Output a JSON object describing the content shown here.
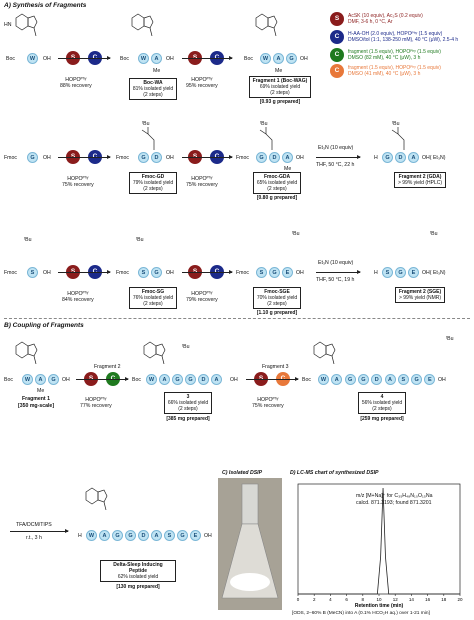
{
  "section_a": {
    "title": "A) Synthesis of Fragments"
  },
  "section_b": {
    "title": "B) Coupling of Fragments"
  },
  "legend": [
    {
      "letter": "S",
      "color": "#8a1c1c",
      "line1": "AcSK (10 equiv), Ac₂S (0.2 equiv)",
      "line2": "DMF, 3-6 h, 0 °C, Ar"
    },
    {
      "letter": "C",
      "color": "#1c2a8a",
      "line1": "H-AA-OH (2.0 equiv), HOPOᴾʰʸ (1.5 equiv)",
      "line2": "DMSO/tol (1:1, 138-250 mM), 40 °C (μW), 2.5-4 h"
    },
    {
      "letter": "C",
      "color": "#1f7a1f",
      "line1": "fragment (1.5 equiv), HOPOᴾʰʸ (1.5 equiv)",
      "line2": "DMSO (82 mM), 40 °C (μW), 3 h"
    },
    {
      "letter": "C",
      "color": "#e8783a",
      "line1": "fragment (1.5 equiv), HOPOᴾʰʸ (1.5 equiv)",
      "line2": "DMSO (41 mM), 40 °C (μW), 3 h"
    }
  ],
  "row1": {
    "start": {
      "prefix": "Boc",
      "beads": [
        "W"
      ],
      "suffix": "OH"
    },
    "recovery1": "HOPOᴾʰʸ\n88% recovery",
    "int": {
      "prefix": "Boc",
      "beads": [
        "W",
        "A"
      ],
      "suffix": "OH",
      "sub": "Me",
      "name": "Boc-WA",
      "yield": "81% isolated yield",
      "steps": "(2 steps)"
    },
    "recovery2": "HOPOᴾʰʸ\n95% recovery",
    "final": {
      "prefix": "Boc",
      "beads": [
        "W",
        "A",
        "G"
      ],
      "suffix": "OH",
      "sub": "Me",
      "name": "Fragment 1 (Boc-WAG)",
      "yield": "69% isolated yield",
      "steps": "(2 steps)",
      "prepared": "[0.93 g prepared]"
    }
  },
  "row2": {
    "start": {
      "prefix": "Fmoc",
      "beads": [
        "G"
      ],
      "suffix": "OH"
    },
    "recovery1": "HOPOᴾʰʸ\n75% recovery",
    "int": {
      "prefix": "Fmoc",
      "beads": [
        "G",
        "D"
      ],
      "suffix": "OH",
      "top": "ᵗBu",
      "name": "Fmoc-GD",
      "yield": "79% isolated yield",
      "steps": "(2 steps)"
    },
    "recovery2": "HOPOᴾʰʸ\n75% recovery",
    "final": {
      "prefix": "Fmoc",
      "beads": [
        "G",
        "D",
        "A"
      ],
      "suffix": "OH",
      "top": "ᵗBu",
      "sub": "Me",
      "name": "Fmoc-GDA",
      "yield": "65% isolated yield",
      "steps": "(2 steps)",
      "prepared": "[0.80 g prepared]"
    },
    "deprotect": {
      "line1": "Et₃N (10 equiv)",
      "line2": "THF, 50 °C, 22 h"
    },
    "fragment": {
      "prefix": "H",
      "beads": [
        "G",
        "D",
        "A"
      ],
      "suffix": "OH( Et₃N)",
      "name": "Fragment 2 (GDA)",
      "yield": "> 99% yield (HPLC)"
    }
  },
  "row3": {
    "start": {
      "prefix": "Fmoc",
      "beads": [
        "S"
      ],
      "suffix": "OH",
      "top": "ᵗBu"
    },
    "recovery1": "HOPOᴾʰʸ\n84% recovery",
    "int": {
      "prefix": "Fmoc",
      "beads": [
        "S",
        "G"
      ],
      "suffix": "OH",
      "top": "ᵗBu",
      "name": "Fmoc-SG",
      "yield": "76% isolated yield",
      "steps": "(2 steps)"
    },
    "recovery2": "HOPOᴾʰʸ\n79% recovery",
    "final": {
      "prefix": "Fmoc",
      "beads": [
        "S",
        "G",
        "E"
      ],
      "suffix": "OH",
      "top": "ᵗBu",
      "name": "Fmoc-SGE",
      "yield": "70% isolated yield",
      "steps": "(2 steps)",
      "prepared": "[1.10 g prepared]"
    },
    "deprotect": {
      "line1": "Et₃N (10 equiv)",
      "line2": "THF, 50 °C, 19 h"
    },
    "fragment": {
      "prefix": "H",
      "beads": [
        "S",
        "G",
        "E"
      ],
      "suffix": "OH( Et₃N)",
      "name": "Fragment 2 (SGE)",
      "yield": "> 99% yield (NMR)"
    }
  },
  "coupling": {
    "frag1": {
      "prefix": "Boc",
      "beads": [
        "W",
        "A",
        "G"
      ],
      "suffix": "OH",
      "sub": "Me",
      "name": "Fragment 1",
      "note": "[350 mg-scale]"
    },
    "step1_label": "Fragment 2",
    "recovery1": "HOPOᴾʰʸ\n77% recovery",
    "c3": {
      "prefix": "Boc",
      "beads": [
        "W",
        "A",
        "G",
        "G",
        "D",
        "A"
      ],
      "suffix": "OH",
      "number": "3",
      "yield": "66% isolated yield",
      "steps": "(2 steps)",
      "prepared": "[385 mg prepared]"
    },
    "step2_label": "Fragment 3",
    "recovery2": "HOPOᴾʰʸ\n75% recovery",
    "c4": {
      "prefix": "Boc",
      "beads": [
        "W",
        "A",
        "G",
        "G",
        "D",
        "A",
        "S",
        "G",
        "E"
      ],
      "suffix": "OH",
      "number": "4",
      "yield": "56% isolated yield",
      "steps": "(2 steps)",
      "prepared": "[259 mg prepared]"
    }
  },
  "final": {
    "reagent": "TFA/DCM/TIPS",
    "cond": "r.t., 3 h",
    "prefix": "H",
    "beads": [
      "W",
      "A",
      "G",
      "G",
      "D",
      "A",
      "S",
      "G",
      "E"
    ],
    "suffix": "OH",
    "name": "Delta-Sleep Inducing Peptide",
    "yield": "62% isolated yield",
    "prepared": "[130 mg prepared]"
  },
  "panel_c": {
    "title": "C) Isolated DSIP"
  },
  "panel_d": {
    "title": "D) LC-MS chart of synthesized DSIP",
    "annotation1": "m/z [M+Na]⁺ for C₃₅H₄₈N₁₀O₁₅Na",
    "annotation2": "calcd. 871.3193; found 871.3201",
    "footer": "[ODS, 2–60% B (MeCN) into A (0.1% HCO₂H aq.) over 1-21 min]"
  },
  "chart_data": {
    "type": "line",
    "title": "",
    "xlabel": "Retention time (min)",
    "ylabel": "",
    "xlim": [
      0,
      20
    ],
    "x_ticks": [
      0,
      2,
      4,
      6,
      8,
      10,
      12,
      14,
      16,
      18,
      20
    ],
    "grid": false,
    "series": [
      {
        "x": [
          0,
          9.8,
          10.2,
          10.5,
          10.8,
          11.2,
          20
        ],
        "y": [
          0,
          0,
          0.35,
          1.0,
          0.35,
          0,
          0
        ]
      }
    ]
  }
}
